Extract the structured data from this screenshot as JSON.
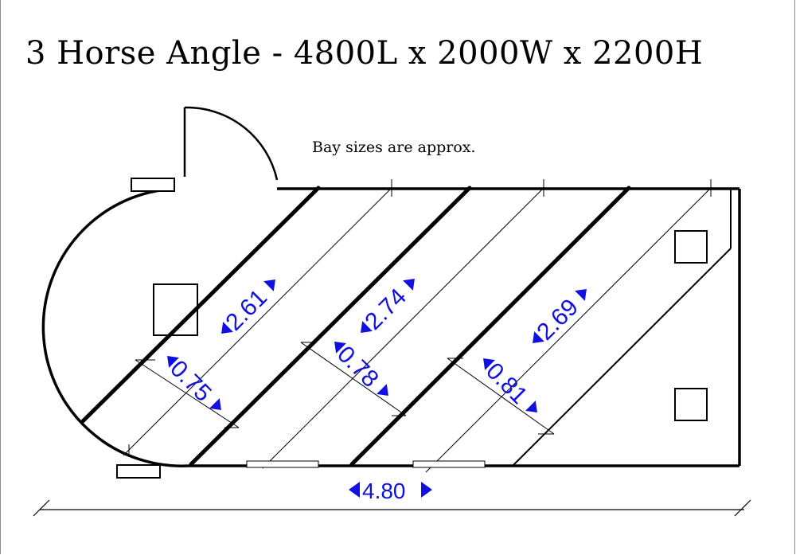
{
  "title": "3 Horse Angle - 4800L x 2000W x 2200H",
  "note": "Bay sizes are approx.",
  "bay_lengths": [
    "2.61",
    "2.74",
    "2.69"
  ],
  "bay_widths": [
    "0.75",
    "0.78",
    "0.81"
  ],
  "overall_length": "4.80",
  "colors": {
    "dimension": "#1010e0",
    "line": "#000000"
  }
}
